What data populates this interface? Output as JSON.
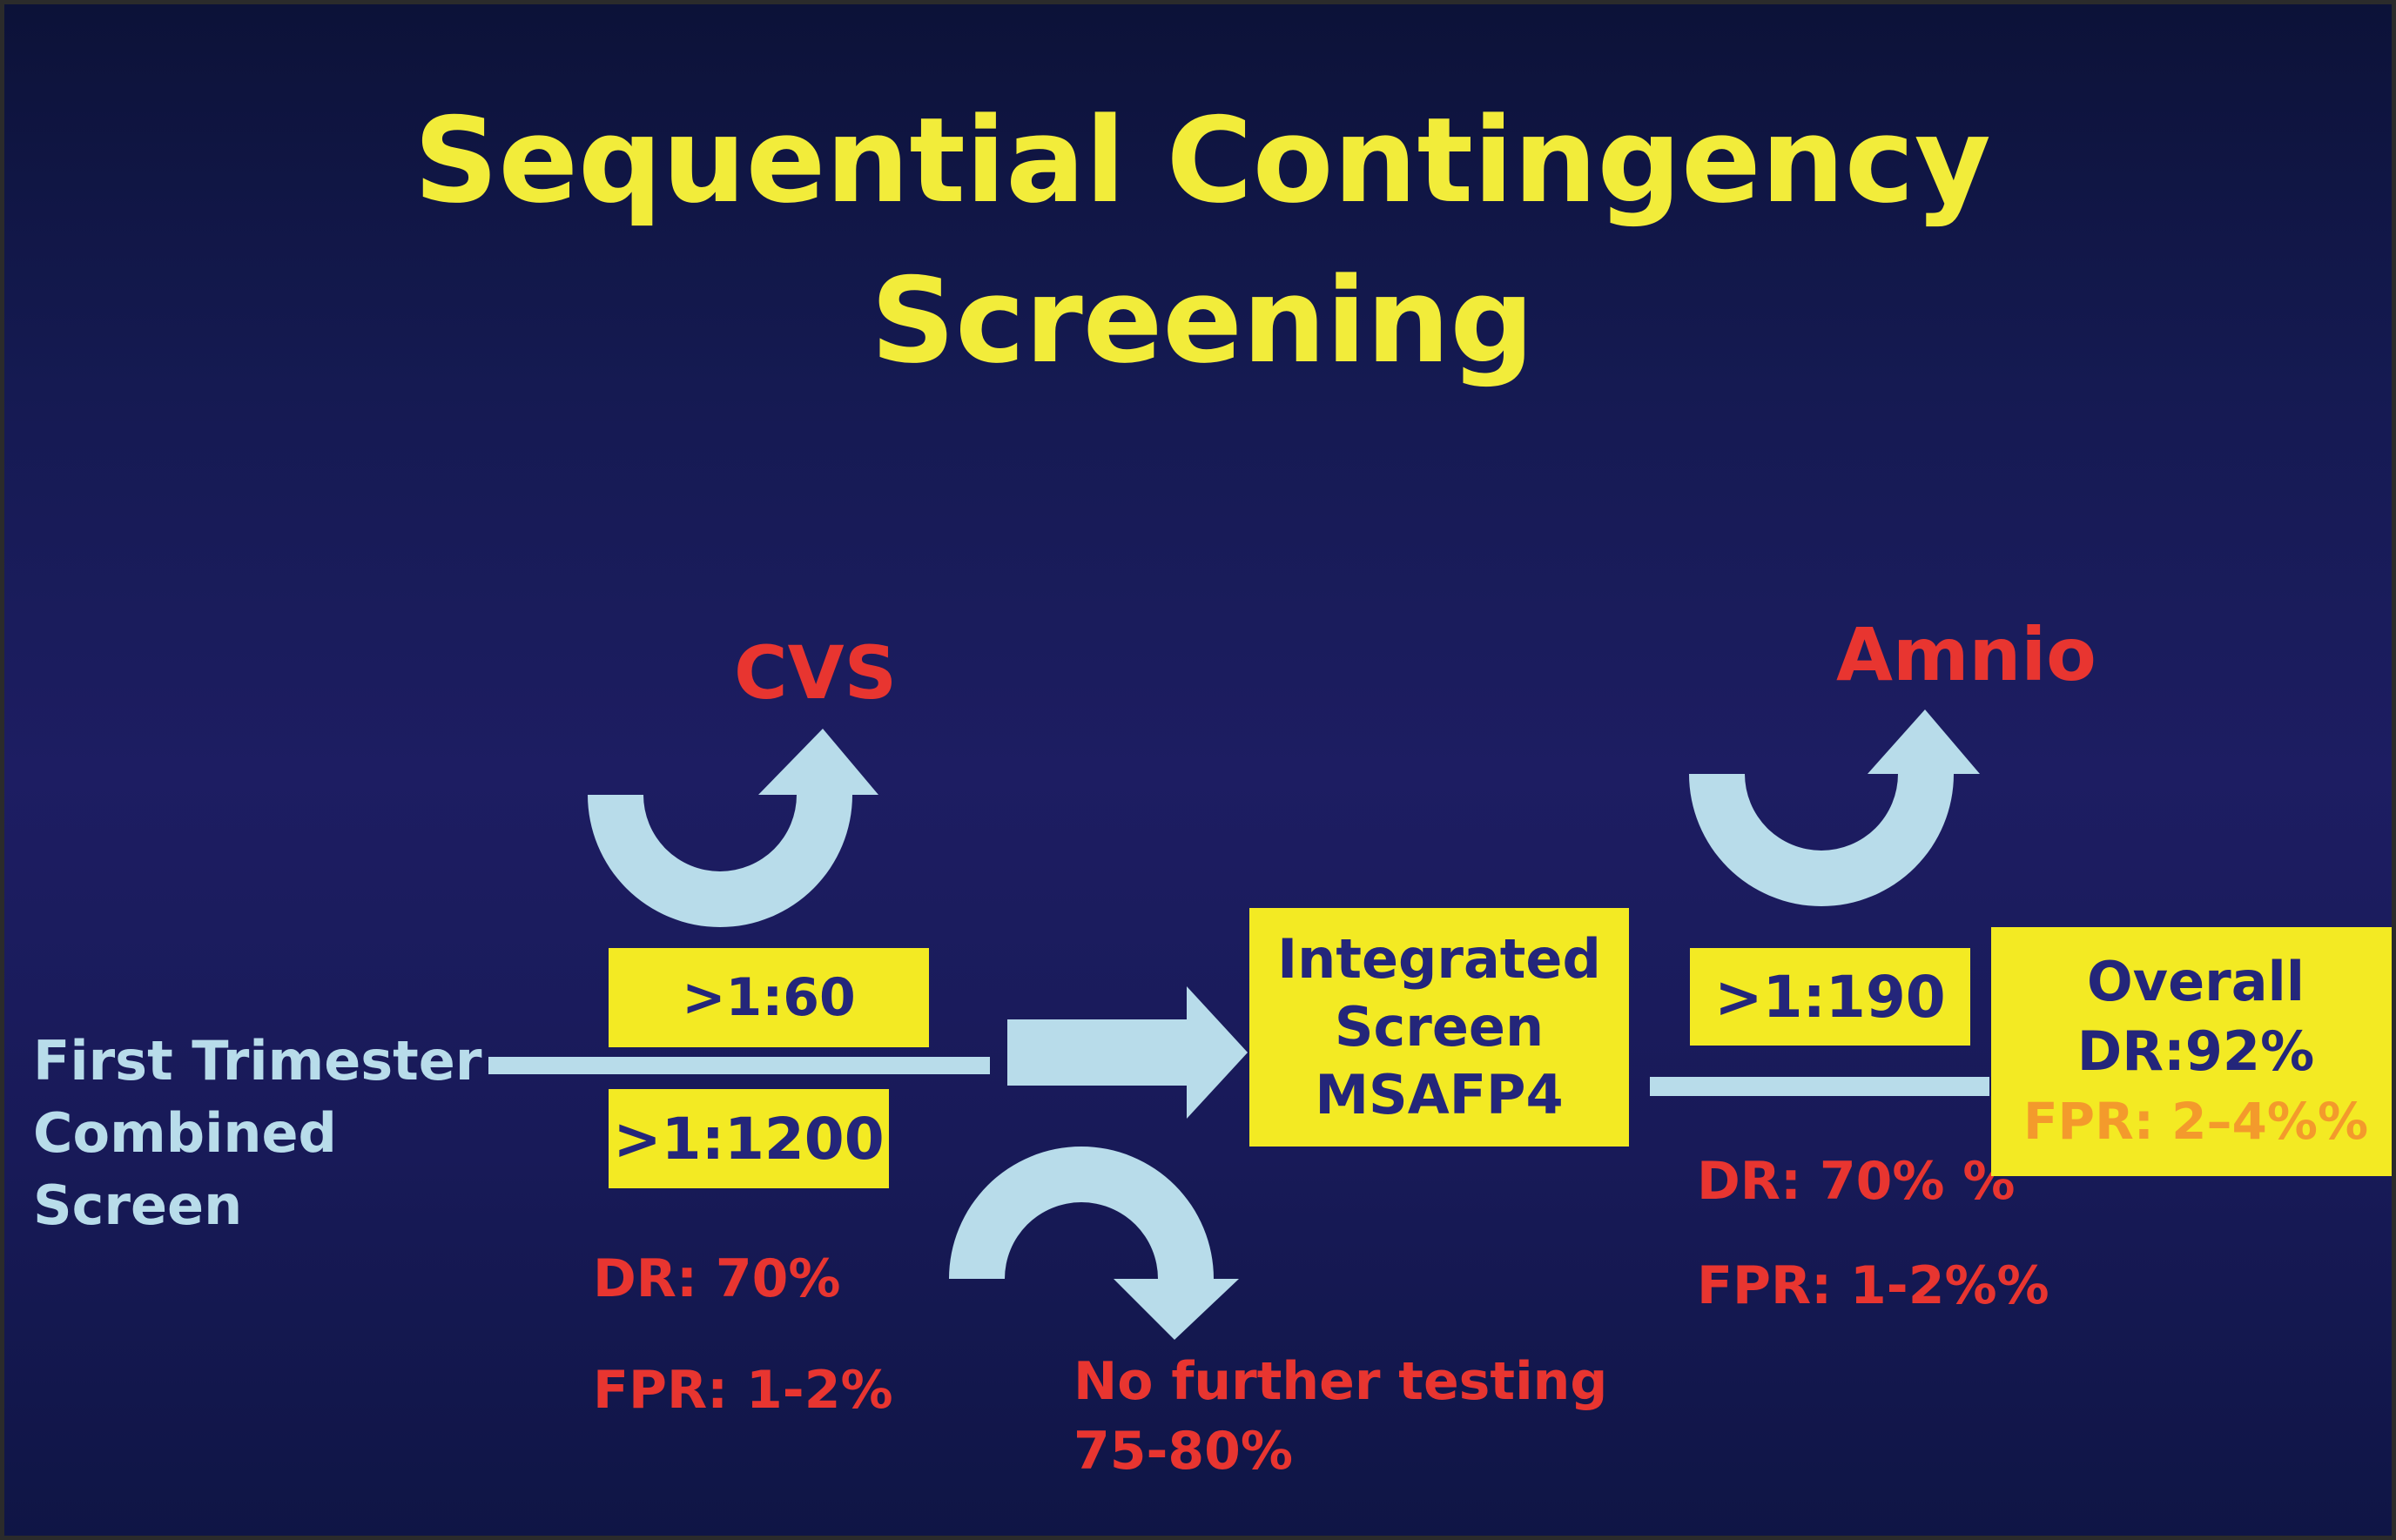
{
  "slide": {
    "title_line1": "Sequential Contingency",
    "title_line2": "Screening"
  },
  "start": {
    "line1": "First Trimester",
    "line2": "Combined",
    "line3": "Screen"
  },
  "first_stage": {
    "upper_cutoff": ">1:60",
    "lower_cutoff": ">1:1200",
    "upper_outcome": "CVS",
    "lower_outcome_line1": "No further testing",
    "lower_outcome_line2": "75-80%",
    "dr": "DR: 70%",
    "fpr": "FPR: 1-2%"
  },
  "integrated": {
    "line1": "Integrated",
    "line2": "Screen",
    "line3": "MSAFP4"
  },
  "second_stage": {
    "cutoff": ">1:190",
    "outcome": "Amnio",
    "dr": "DR: 70% %",
    "fpr": "FPR: 1-2%%"
  },
  "overall": {
    "line1": "Overall",
    "line2": "DR:92%",
    "line3": "FPR: 2–4%%"
  },
  "colors": {
    "title": "#f2ec3a",
    "box": "#f3ea23",
    "box_text": "#24267a",
    "red_text": "#e83530",
    "arrow": "#b8dcea",
    "orange_text": "#f39a2c"
  }
}
